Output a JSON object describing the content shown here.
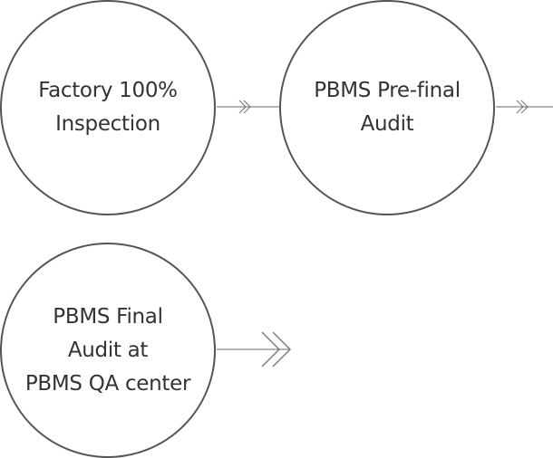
{
  "diagram": {
    "type": "process-flow",
    "steps": [
      {
        "label": "Factory 100%\nInspection"
      },
      {
        "label": "PBMS Pre-final\nAudit"
      },
      {
        "label": "PBMS Final\nAudit at\nPBMS QA center"
      }
    ],
    "connectors": [
      {
        "from": 0,
        "to": 1,
        "icon": "double-chevron-right-icon"
      },
      {
        "from": 1,
        "to": "next",
        "icon": "double-chevron-right-icon"
      },
      {
        "from": 2,
        "to": "next",
        "icon": "double-chevron-right-icon"
      }
    ],
    "colors": {
      "circle_border": "#555555",
      "text": "#333333",
      "connector": "#888888"
    }
  }
}
